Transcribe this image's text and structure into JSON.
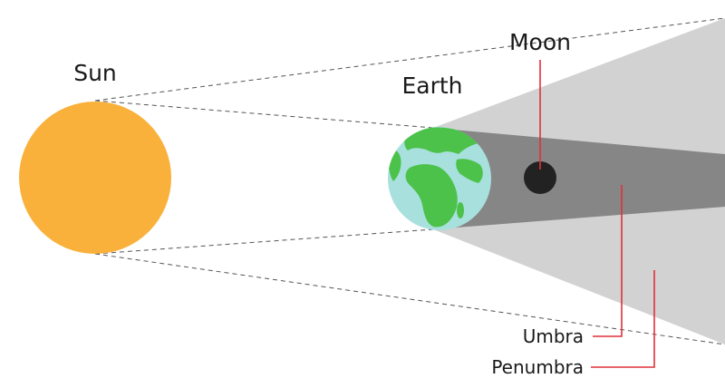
{
  "labels": {
    "sun": "Sun",
    "earth": "Earth",
    "moon": "Moon",
    "umbra": "Umbra",
    "penumbra": "Penumbra"
  },
  "colors": {
    "sun": "#f9b13b",
    "earth_ocean": "#a8e0de",
    "earth_land": "#4cc24a",
    "moon": "#222222",
    "umbra": "#868686",
    "penumbra": "#d2d2d2",
    "leader_line": "#e0313a",
    "guide_line": "#555555"
  }
}
